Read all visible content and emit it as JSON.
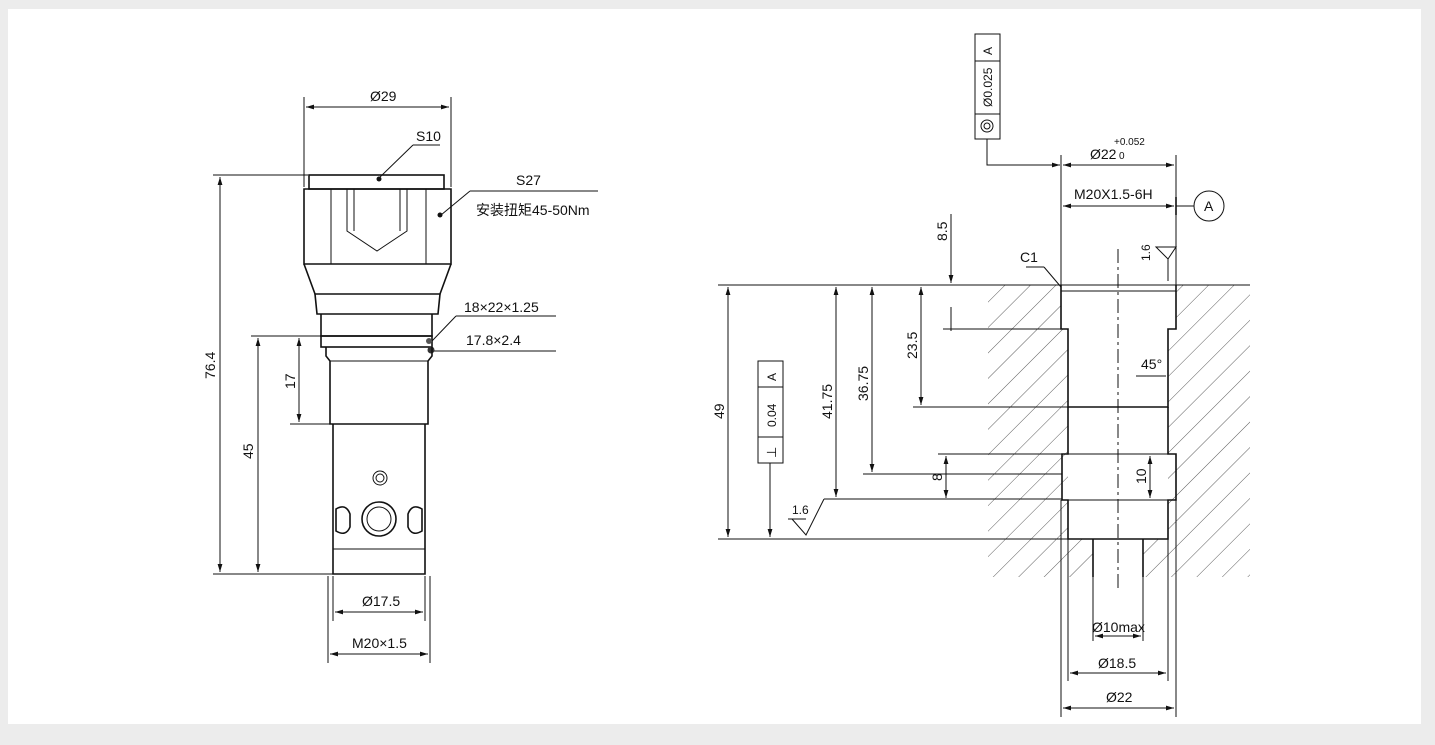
{
  "cartridge": {
    "dia_top": "Ø29",
    "hex_socket": "S10",
    "hex_wrench": "S27",
    "torque": "安装扭矩45-50Nm",
    "backup_ring": "18×22×1.25",
    "oring": "17.8×2.4",
    "length_total": "76.4",
    "length_thread": "45",
    "length_17": "17",
    "dia_body": "Ø17.5",
    "thread": "M20×1.5"
  },
  "cavity": {
    "concentricity_value": "Ø0.025",
    "datum_a": "A",
    "bore_dia": "Ø22",
    "bore_tol_upper": "+0.052",
    "bore_tol_lower": "0",
    "thread_spec": "M20X1.5-6H",
    "datum_label": "A",
    "chamfer": "C1",
    "roughness_top": "1.6",
    "angle": "45°",
    "perp_symbol": "⊥",
    "perp_value": "0.04",
    "perp_datum": "A",
    "roughness_bottom": "1.6",
    "depth_49": "49",
    "depth_4175": "41.75",
    "depth_3675": "36.75",
    "depth_235": "23.5",
    "depth_85": "8.5",
    "port_8": "8",
    "port_10": "10",
    "dia_10max": "Ø10max",
    "dia_185": "Ø18.5",
    "dia_22": "Ø22"
  }
}
